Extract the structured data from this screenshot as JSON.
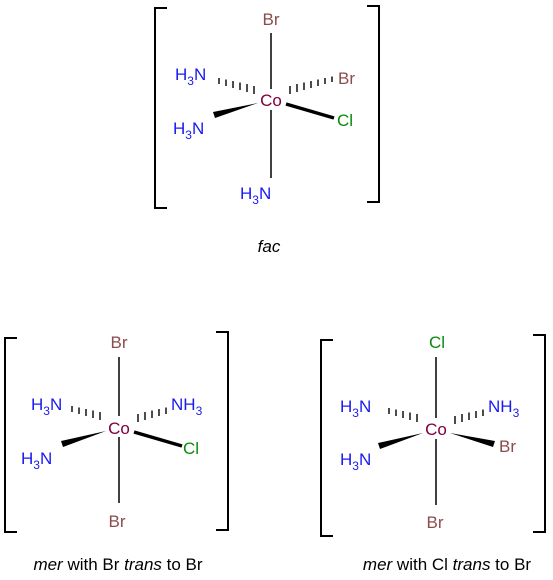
{
  "colors": {
    "co": "#800040",
    "br": "#8b4c4c",
    "cl": "#0a8a0a",
    "n": "#1a1af0",
    "bond": "#000000"
  },
  "structures": [
    {
      "id": "fac",
      "caption": {
        "italic_pre": "fac",
        "plain": "",
        "italic_mid": "",
        "tail": ""
      },
      "center": "Co",
      "top": "Br",
      "upper_left": {
        "main": "H",
        "sub": "3",
        "tail": "N"
      },
      "upper_right": "Br",
      "lower_left": {
        "main": "H",
        "sub": "3",
        "tail": "N"
      },
      "lower_right": "Cl",
      "bottom": {
        "main": "H",
        "sub": "3",
        "tail": "N"
      }
    },
    {
      "id": "mer-br",
      "caption": {
        "italic_pre": "mer",
        "plain": " with Br ",
        "italic_mid": "trans",
        "tail": " to Br"
      },
      "center": "Co",
      "top": "Br",
      "upper_left": {
        "main": "H",
        "sub": "3",
        "tail": "N"
      },
      "upper_right": {
        "main": "NH",
        "sub": "3"
      },
      "lower_left": {
        "main": "H",
        "sub": "3",
        "tail": "N"
      },
      "lower_right": "Cl",
      "bottom": "Br"
    },
    {
      "id": "mer-cl",
      "caption": {
        "italic_pre": "mer",
        "plain": " with Cl ",
        "italic_mid": "trans",
        "tail": " to Br"
      },
      "center": "Co",
      "top": "Cl",
      "upper_left": {
        "main": "H",
        "sub": "3",
        "tail": "N"
      },
      "upper_right": {
        "main": "NH",
        "sub": "3"
      },
      "lower_left": {
        "main": "H",
        "sub": "3",
        "tail": "N"
      },
      "lower_right": "Br",
      "bottom": "Br"
    }
  ]
}
